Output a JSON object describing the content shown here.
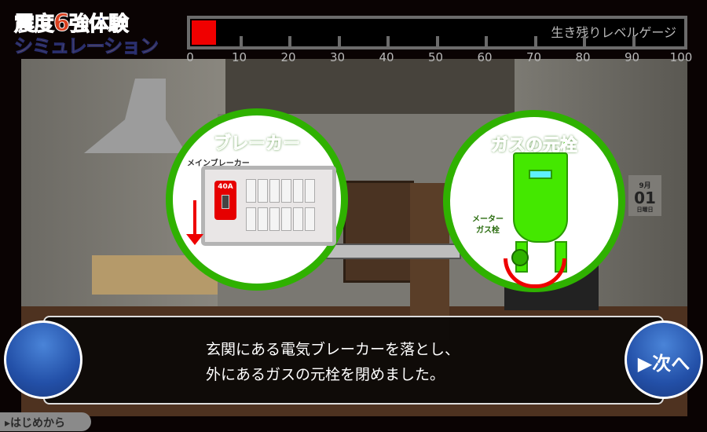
{
  "logo": {
    "line1_a": "震度",
    "line1_num": "6",
    "line1_b": "強体験",
    "line2": "シミュレーション"
  },
  "gauge": {
    "label": "生き残りレベルゲージ",
    "value": 5,
    "max": 100,
    "ticks": [
      "0",
      "10",
      "20",
      "30",
      "40",
      "50",
      "60",
      "70",
      "80",
      "90",
      "100"
    ],
    "fill_color": "#f00000"
  },
  "breaker": {
    "title": "ブレーカー",
    "main_label": "メインブレーカー",
    "amp": "40A"
  },
  "gas": {
    "title": "ガスの元栓",
    "meter_label_1": "メーター",
    "meter_label_2": "ガス栓"
  },
  "calendar": {
    "month": "9月",
    "day": "01",
    "weekday": "日曜日"
  },
  "dialog": {
    "line1": "玄関にある電気ブレーカーを落とし、",
    "line2": "外にあるガスの元栓を閉めました。"
  },
  "buttons": {
    "next": "▶次へ",
    "restart": "▸はじめから"
  },
  "colors": {
    "accent_green": "#2fb100",
    "orb_blue": "#2350a8"
  }
}
